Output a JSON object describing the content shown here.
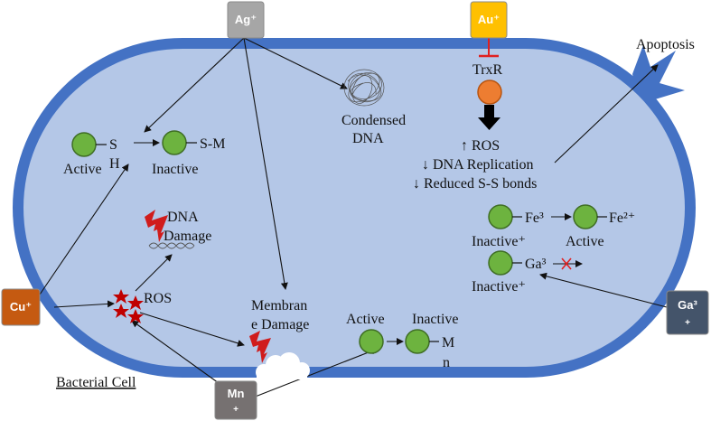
{
  "ions": {
    "ag": {
      "label": "Ag⁺",
      "color": "#a6a6a6"
    },
    "au": {
      "label": "Au⁺",
      "color": "#ffc000"
    },
    "cu": {
      "label": "Cu⁺",
      "color": "#c55a11"
    },
    "mn": {
      "label": "Mn",
      "charge": "+",
      "color": "#767171"
    },
    "ga": {
      "label": "Ga³",
      "charge": "+",
      "color": "#44546a"
    }
  },
  "cell": {
    "membrane_color": "#4472c4",
    "cytoplasm_color": "#b4c7e7",
    "caption": "Bacterial Cell"
  },
  "labels": {
    "apoptosis": "Apoptosis",
    "trxr": "TrxR",
    "condensed_dna_1": "Condensed",
    "condensed_dna_2": "DNA",
    "sh_s": "S",
    "sh_h": "H",
    "sm": "S-M",
    "active_1": "Active",
    "inactive_1": "Inactive",
    "ros_effects": [
      "↑ ROS",
      "↓ DNA Replication",
      "↓ Reduced S-S bonds"
    ],
    "dna_damage_1": "DNA",
    "dna_damage_2": "Damage",
    "ros": "ROS",
    "membrane_damage_1": "Membran",
    "membrane_damage_2": "e Damage",
    "fe3": "Fe³",
    "fe2": "Fe²⁺",
    "inactive_plus_1": "Inactive⁺",
    "active_fe": "Active",
    "ga3": "Ga³",
    "inactive_plus_2": "Inactive⁺",
    "mn_active": "Active",
    "mn_inactive": "Inactive",
    "mn_m": "M",
    "mn_n": "n"
  }
}
